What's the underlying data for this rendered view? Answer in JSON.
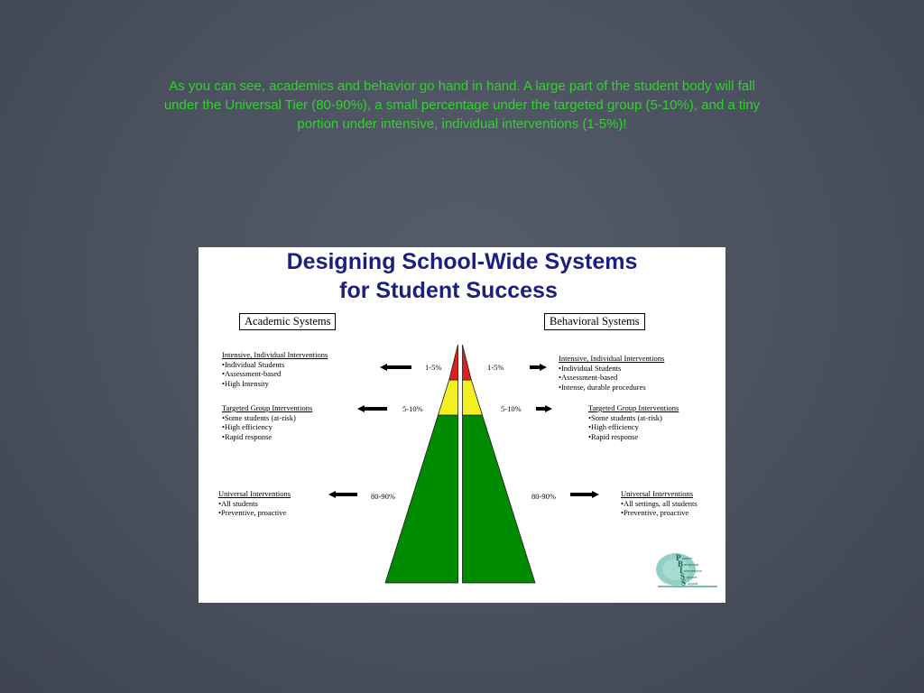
{
  "slide": {
    "caption_lines": [
      "As you can see, academics and behavior go hand in hand.  A large part of the student body will fall",
      "under the Universal Tier (80-90%), a small percentage under the targeted group (5-10%), and a tiny",
      "portion under intensive, individual interventions (1-5%)!"
    ]
  },
  "figure": {
    "title_line1": "Designing School-Wide Systems",
    "title_line2": "for Student Success",
    "academic_label": "Academic Systems",
    "behavioral_label": "Behavioral Systems",
    "tier_colors": {
      "top": "#dd1f1f",
      "middle": "#f2ef22",
      "bottom": "#008a00"
    },
    "academic": {
      "intensive": {
        "heading": "Intensive, Individual Interventions",
        "items": [
          "•Individual Students",
          "•Assessment-based",
          "•High Intensity"
        ]
      },
      "targeted": {
        "heading": "Targeted Group Interventions",
        "items": [
          "•Some students (at-risk)",
          "•High efficiency",
          "•Rapid response"
        ]
      },
      "universal": {
        "heading": "Universal Interventions",
        "items": [
          "•All students",
          "•Preventive, proactive"
        ]
      }
    },
    "behavioral": {
      "intensive": {
        "heading": "Intensive, Individual Interventions",
        "items": [
          "•Individual Students",
          "•Assessment-based",
          "•Intense, durable procedures"
        ]
      },
      "targeted": {
        "heading": "Targeted Group Interventions",
        "items": [
          "•Some students (at-risk)",
          "•High efficiency",
          "•Rapid response"
        ]
      },
      "universal": {
        "heading": "Universal Interventions",
        "items": [
          "•All settings, all students",
          "•Preventive, proactive"
        ]
      }
    },
    "percentages": {
      "intensive_left": "1-5%",
      "intensive_right": "1-5%",
      "targeted_left": "5-10%",
      "targeted_right": "5-10%",
      "universal_left": "80-90%",
      "universal_right": "80-90%"
    },
    "logo": {
      "letters": [
        "P",
        "B",
        "I",
        "S",
        "S"
      ],
      "words": [
        "ositive",
        "ehavioral",
        "ntervention",
        "upport",
        "upport"
      ]
    }
  }
}
